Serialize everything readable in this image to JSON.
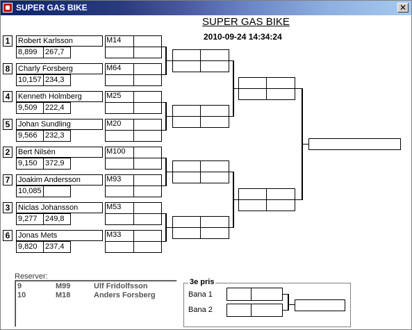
{
  "window": {
    "title": "SUPER GAS BIKE",
    "close_label": "✕"
  },
  "header": {
    "title": "SUPER GAS BIKE",
    "datetime": "2010-09-24 14:34:24"
  },
  "riders": [
    {
      "seed": "1",
      "name": "Robert Karlsson",
      "et": "8,899",
      "speed": "267,7",
      "class": "M14"
    },
    {
      "seed": "8",
      "name": "Charly Forsberg",
      "et": "10,157",
      "speed": "234,3",
      "class": "M64"
    },
    {
      "seed": "4",
      "name": "Kenneth Holmberg",
      "et": "9,509",
      "speed": "222,4",
      "class": "M25"
    },
    {
      "seed": "5",
      "name": "Johan Sundling",
      "et": "9,566",
      "speed": "232,3",
      "class": "M20"
    },
    {
      "seed": "2",
      "name": "Bert Nilsén",
      "et": "9,150",
      "speed": "372,9",
      "class": "M100"
    },
    {
      "seed": "7",
      "name": "Joakim Andersson",
      "et": "10,085",
      "speed": "",
      "class": "M93"
    },
    {
      "seed": "3",
      "name": "Niclas Johansson",
      "et": "9,277",
      "speed": "249,8",
      "class": "M53"
    },
    {
      "seed": "6",
      "name": "Jonas Mets",
      "et": "9,820",
      "speed": "237,4",
      "class": "M33"
    }
  ],
  "reserves": {
    "label": "Reserver:",
    "items": [
      {
        "num": "9",
        "class": "M99",
        "name": "Ulf Fridolfsson"
      },
      {
        "num": "10",
        "class": "M18",
        "name": "Anders Forsberg"
      }
    ]
  },
  "third_prize": {
    "title": "3e pris",
    "lane1": "Bana 1",
    "lane2": "Bana 2"
  }
}
